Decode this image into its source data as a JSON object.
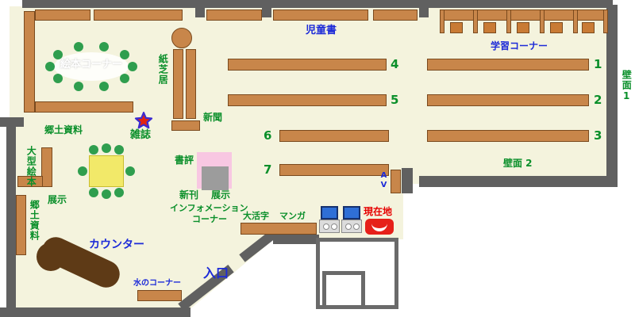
{
  "labels": {
    "children_books": "児童書",
    "study_corner": "学習コーナー",
    "picture_book_corner": "絵本コーナー",
    "kamishibai": "紙芝居",
    "newspaper": "新聞",
    "magazine": "雑誌",
    "local_materials": "郷土資料",
    "large_picture_books": "大型絵本",
    "display_left": "展示",
    "local_materials_side": "郷土資料",
    "book_review": "書評",
    "new_books": "新刊",
    "display_new": "展示",
    "info_line1": "インフォメーション",
    "info_line2": "コーナー",
    "large_print": "大活字",
    "manga": "マンガ",
    "current_location": "現在地",
    "counter": "カウンター",
    "water_corner": "水のコーナー",
    "entrance": "入口",
    "wall1": "壁面1",
    "wall2": "壁面 2",
    "av": "AV"
  },
  "shelf_numbers": {
    "n1": "1",
    "n2": "2",
    "n3": "3",
    "n4": "4",
    "n5": "5",
    "n6": "6",
    "n7": "7"
  },
  "icons": {
    "magazine_star": "star-icon",
    "current_location_marker": "smile-arc-icon"
  },
  "colors": {
    "floor": "#f4f3dd",
    "wall": "#606060",
    "shelf": "#c8864a",
    "shelf_border": "#7a4a1e",
    "counter": "#5e3a16",
    "table_yellow": "#f2e969",
    "chair_green": "#2f9e4e",
    "desk_seat": "#c97b35",
    "display_pink": "#f8c7e2",
    "display_gray": "#9c9c9c",
    "machine_blue": "#2f6fd6",
    "marker_red": "#e62019",
    "text_green": "#0a8f2a",
    "text_blue": "#1d2bd8",
    "text_red": "#e60000"
  }
}
